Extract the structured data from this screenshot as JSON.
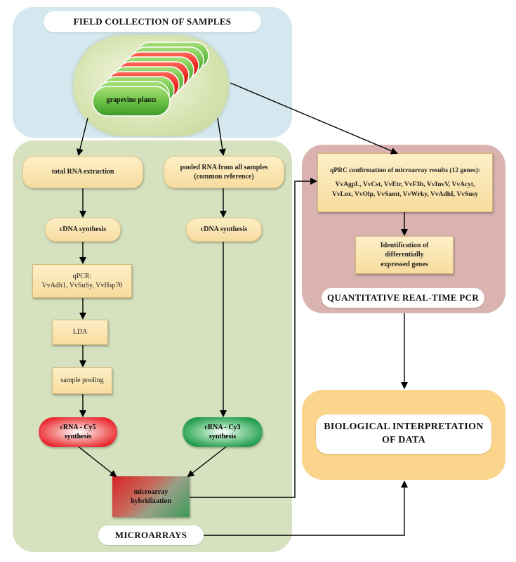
{
  "sections": {
    "field": "FIELD COLLECTION OF SAMPLES",
    "microarrays": "MICROARRAYS",
    "qpcr": "QUANTITATIVE REAL-TIME PCR",
    "interpretation_line1": "BIOLOGICAL INTERPRETATION",
    "interpretation_line2": "OF DATA"
  },
  "plants": {
    "label": "grapevine plants"
  },
  "left_branch": {
    "extraction": "total RNA extraction",
    "cdna": "cDNA synthesis",
    "qpcr_title": "qPCR:",
    "qpcr_genes": "VvAdh1, VvSuSy, VvHsp70",
    "lda": "LDA",
    "pooling": "sample pooling",
    "cy5_line1": "cRNA - Cy5",
    "cy5_line2": "synthesis"
  },
  "right_branch": {
    "pooled_line1": "pooled RNA from all samples",
    "pooled_line2": "(common reference)",
    "cdna": "cDNA synthesis",
    "cy3_line1": "cRNA - Cy3",
    "cy3_line2": "synthesis"
  },
  "hybridization": {
    "line1": "microarray",
    "line2": "hybridization"
  },
  "qpcr_box": {
    "title": "qPRC confirmation of microarray results (12 genes):",
    "genes_line1": "VvAgpL, VvCst, VvEtr, VvF3h, VvInvV, VvAcyt,",
    "genes_line2": "VvLox, VvOlp, VvSamt, VvWrky, VvAdhI, VvSusy"
  },
  "deg_box": {
    "line1": "Identification of differentially",
    "line2": "expressed genes"
  },
  "colors": {
    "field_bg": "#d5e8f0",
    "microarray_bg": "#d6e2bf",
    "qpcr_bg": "#dab3b1",
    "interpretation_bg": "#fad58b",
    "step_fill": "#fbe6b5",
    "cy5": "#e8242b",
    "cy3": "#1f9a4a"
  }
}
